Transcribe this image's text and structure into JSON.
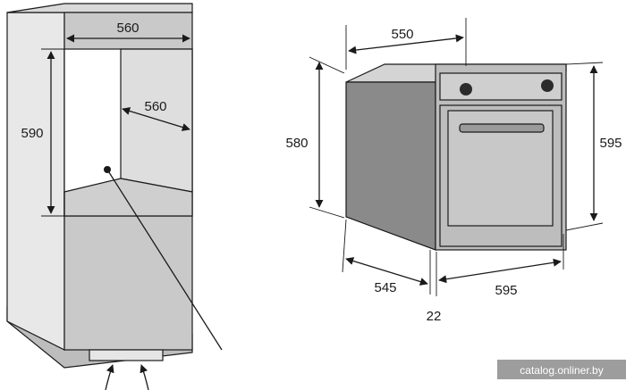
{
  "cabinet": {
    "width": "560",
    "depth": "560",
    "height": "590"
  },
  "oven": {
    "depth": "550",
    "body_height": "580",
    "front_height": "595",
    "side_depth": "545",
    "front_width": "595",
    "door_gap": "22"
  },
  "watermark": {
    "text": "catalog.onliner.by"
  },
  "colors": {
    "cabinet_face": "#c9c9c9",
    "cabinet_side": "#e8e8e8",
    "cabinet_inner": "#dedede",
    "oven_side": "#8a8a8a",
    "oven_front": "#bdbdbd",
    "oven_top": "#d4d4d4",
    "line": "#1a1a1a"
  }
}
